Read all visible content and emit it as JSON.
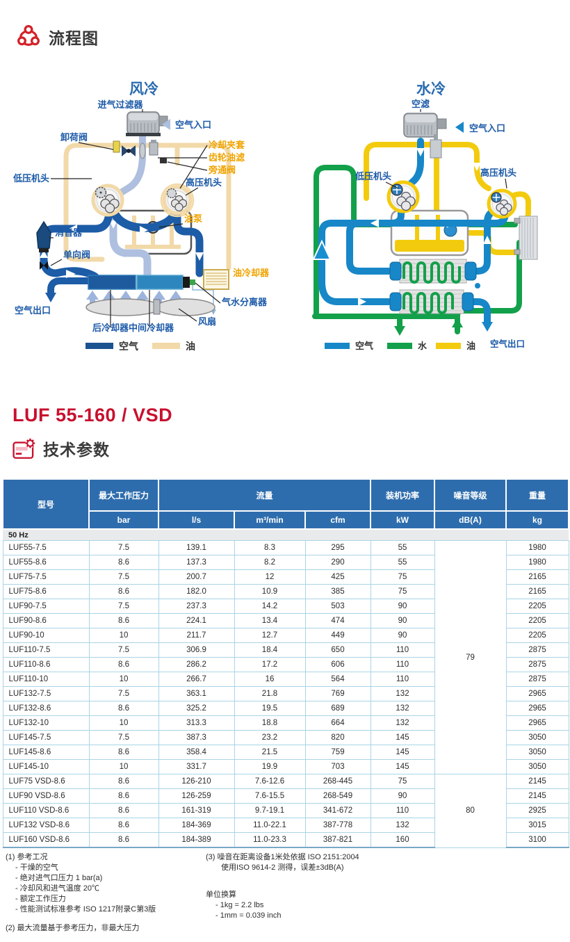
{
  "page": {
    "flow_section_title": "流程图",
    "model_title": "LUF 55-160 / VSD",
    "spec_section_title": "技术参数"
  },
  "colors": {
    "brand_red": "#c8102e",
    "header_blue": "#2e6dad",
    "row_line_blue": "#a9d4e6",
    "air_dark_blue": "#1d5ca6",
    "air_light_blue": "#aebfdf",
    "oil_tan": "#f2d9a8",
    "water_air_blue": "#1787c8",
    "water_green": "#13a04b",
    "water_oil_yellow": "#f3cb0e",
    "label_blue": "#1c5aa8",
    "label_orange": "#f0a400"
  },
  "diagrams": {
    "air": {
      "title": "风冷",
      "labels": {
        "intake_filter": "进气过滤器",
        "air_inlet": "空气入口",
        "unload_valve": "卸荷阀",
        "cooling_jacket": "冷却夹套",
        "gear_oil_filter": "齿轮油滤",
        "bypass_valve": "旁通阀",
        "hp_airend": "高压机头",
        "lp_airend": "低压机头",
        "oil_pump": "油泵",
        "muffler": "消音器",
        "check_valve": "单向阀",
        "oil_cooler": "油冷却器",
        "separator": "气水分离器",
        "air_outlet": "空气出口",
        "aftercooler": "后冷却器",
        "intercooler": "中间冷却器",
        "fan": "风扇"
      },
      "legend": [
        {
          "label": "空气",
          "color": "#1b5391"
        },
        {
          "label": "油",
          "color": "#f2d9a8"
        }
      ]
    },
    "water": {
      "title": "水冷",
      "labels": {
        "air_filter": "空滤",
        "air_inlet": "空气入口",
        "lp_airend": "低压机头",
        "hp_airend": "高压机头",
        "air_outlet": "空气出口"
      },
      "legend": [
        {
          "label": "空气",
          "color": "#1787c8"
        },
        {
          "label": "水",
          "color": "#13a04b"
        },
        {
          "label": "油",
          "color": "#f3cb0e"
        }
      ]
    }
  },
  "table": {
    "header": {
      "model": "型号",
      "groups": [
        {
          "label": "最大工作压力",
          "cols": 1
        },
        {
          "label": "流量",
          "cols": 3
        },
        {
          "label": "装机功率",
          "cols": 1
        },
        {
          "label": "噪音等级",
          "cols": 1
        },
        {
          "label": "重量",
          "cols": 1
        }
      ],
      "units": [
        "bar",
        "l/s",
        "m³/min",
        "cfm",
        "kW",
        "dB(A)",
        "kg"
      ]
    },
    "section_label": "50 Hz",
    "rows": [
      {
        "model": "LUF55-7.5",
        "bar": "7.5",
        "ls": "139.1",
        "m3": "8.3",
        "cfm": "295",
        "kw": "55",
        "kg": "1980",
        "noise": {
          "value": "79",
          "span": 16
        }
      },
      {
        "model": "LUF55-8.6",
        "bar": "8.6",
        "ls": "137.3",
        "m3": "8.2",
        "cfm": "290",
        "kw": "55",
        "kg": "1980"
      },
      {
        "model": "LUF75-7.5",
        "bar": "7.5",
        "ls": "200.7",
        "m3": "12",
        "cfm": "425",
        "kw": "75",
        "kg": "2165"
      },
      {
        "model": "LUF75-8.6",
        "bar": "8.6",
        "ls": "182.0",
        "m3": "10.9",
        "cfm": "385",
        "kw": "75",
        "kg": "2165"
      },
      {
        "model": "LUF90-7.5",
        "bar": "7.5",
        "ls": "237.3",
        "m3": "14.2",
        "cfm": "503",
        "kw": "90",
        "kg": "2205"
      },
      {
        "model": "LUF90-8.6",
        "bar": "8.6",
        "ls": "224.1",
        "m3": "13.4",
        "cfm": "474",
        "kw": "90",
        "kg": "2205"
      },
      {
        "model": "LUF90-10",
        "bar": "10",
        "ls": "211.7",
        "m3": "12.7",
        "cfm": "449",
        "kw": "90",
        "kg": "2205"
      },
      {
        "model": "LUF110-7.5",
        "bar": "7.5",
        "ls": "306.9",
        "m3": "18.4",
        "cfm": "650",
        "kw": "110",
        "kg": "2875"
      },
      {
        "model": "LUF110-8.6",
        "bar": "8.6",
        "ls": "286.2",
        "m3": "17.2",
        "cfm": "606",
        "kw": "110",
        "kg": "2875"
      },
      {
        "model": "LUF110-10",
        "bar": "10",
        "ls": "266.7",
        "m3": "16",
        "cfm": "564",
        "kw": "110",
        "kg": "2875"
      },
      {
        "model": "LUF132-7.5",
        "bar": "7.5",
        "ls": "363.1",
        "m3": "21.8",
        "cfm": "769",
        "kw": "132",
        "kg": "2965"
      },
      {
        "model": "LUF132-8.6",
        "bar": "8.6",
        "ls": "325.2",
        "m3": "19.5",
        "cfm": "689",
        "kw": "132",
        "kg": "2965"
      },
      {
        "model": "LUF132-10",
        "bar": "10",
        "ls": "313.3",
        "m3": "18.8",
        "cfm": "664",
        "kw": "132",
        "kg": "2965"
      },
      {
        "model": "LUF145-7.5",
        "bar": "7.5",
        "ls": "387.3",
        "m3": "23.2",
        "cfm": "820",
        "kw": "145",
        "kg": "3050"
      },
      {
        "model": "LUF145-8.6",
        "bar": "8.6",
        "ls": "358.4",
        "m3": "21.5",
        "cfm": "759",
        "kw": "145",
        "kg": "3050"
      },
      {
        "model": "LUF145-10",
        "bar": "10",
        "ls": "331.7",
        "m3": "19.9",
        "cfm": "703",
        "kw": "145",
        "kg": "3050"
      },
      {
        "model": "LUF75 VSD-8.6",
        "bar": "8.6",
        "ls": "126-210",
        "m3": "7.6-12.6",
        "cfm": "268-445",
        "kw": "75",
        "kg": "2145",
        "noise": {
          "value": "80",
          "span": 5
        }
      },
      {
        "model": "LUF90 VSD-8.6",
        "bar": "8.6",
        "ls": "126-259",
        "m3": "7.6-15.5",
        "cfm": "268-549",
        "kw": "90",
        "kg": "2145"
      },
      {
        "model": "LUF110 VSD-8.6",
        "bar": "8.6",
        "ls": "161-319",
        "m3": "9.7-19.1",
        "cfm": "341-672",
        "kw": "110",
        "kg": "2925"
      },
      {
        "model": "LUF132 VSD-8.6",
        "bar": "8.6",
        "ls": "184-369",
        "m3": "11.0-22.1",
        "cfm": "387-778",
        "kw": "132",
        "kg": "3015"
      },
      {
        "model": "LUF160 VSD-8.6",
        "bar": "8.6",
        "ls": "184-389",
        "m3": "11.0-23.3",
        "cfm": "387-821",
        "kw": "160",
        "kg": "3100"
      }
    ]
  },
  "notes": {
    "n1_title": "(1) 参考工况",
    "n1_items": [
      "- 干燥的空气",
      "- 绝对进气口压力 1 bar(a)",
      "- 冷却风和进气温度 20℃",
      "- 额定工作压力",
      "- 性能测试标准参考 ISO 1217附录C第3版"
    ],
    "n2": "(2) 最大流量基于参考压力，非最大压力",
    "n3_line1": "(3) 噪音在距离设备1米处依据 ISO 2151:2004",
    "n3_line2": "使用ISO 9614-2 测得，误差±3dB(A)",
    "unit_title": "单位换算",
    "unit_items": [
      "- 1kg = 2.2 lbs",
      "- 1mm = 0.039 inch"
    ]
  }
}
